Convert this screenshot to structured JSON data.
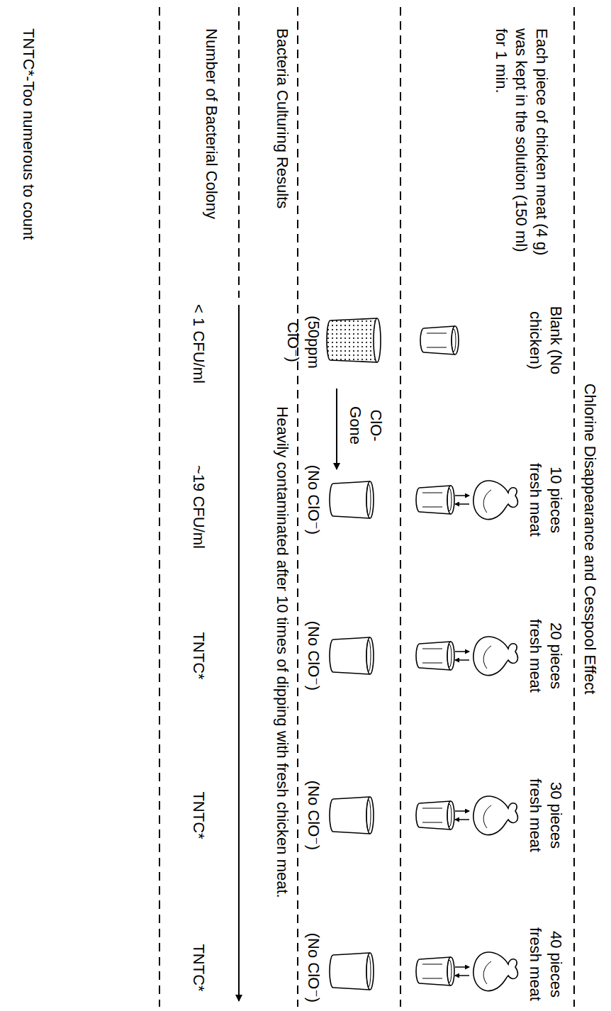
{
  "diagram": {
    "title": "Chlorine Disappearance and Cesspool Effect",
    "labels": [
      "Each piece of chicken meat (4 g) was kept in the solution (150 ml) for 1 min.",
      "Blank (No chicken)",
      "10 pieces fresh meat",
      "20 pieces fresh meat",
      "30 pieces fresh meat",
      "40 pieces fresh meat",
      "ClO- Gone",
      "(50ppm ClO⁻)",
      "(No ClO⁻)",
      "(No ClO⁻)",
      "(No ClO⁻)",
      "(No ClO⁻)",
      "Bacteria Culturing Results",
      "Heavily contaminated after 10 times of dipping with fresh chicken meat.",
      "Number of Bacterial Colony",
      "< 1 CFU/ml",
      "~19 CFU/ml",
      "TNTC*",
      "TNTC*",
      "TNTC*",
      "TNTC*-Too numerous to count"
    ]
  }
}
